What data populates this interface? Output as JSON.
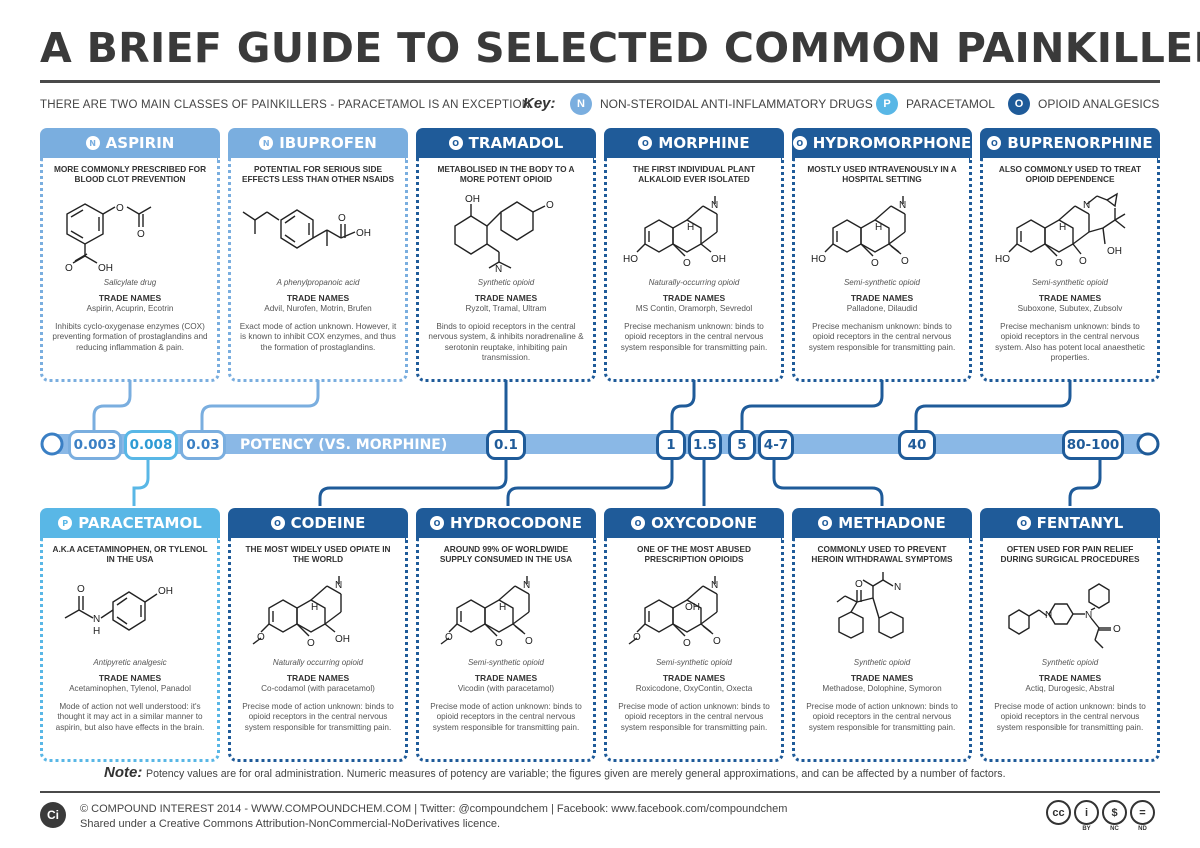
{
  "title": "A BRIEF GUIDE TO SELECTED COMMON PAINKILLERS",
  "subtitle": "THERE ARE TWO MAIN CLASSES OF PAINKILLERS - PARACETAMOL IS AN EXCEPTION.",
  "key": {
    "label": "Key:",
    "items": [
      {
        "letter": "N",
        "label": "NON-STEROIDAL ANTI-INFLAMMATORY DRUGS",
        "color": "#7aaedf"
      },
      {
        "letter": "P",
        "label": "PARACETAMOL",
        "color": "#59b7e6"
      },
      {
        "letter": "O",
        "label": "OPIOID ANALGESICS",
        "color": "#1f5b99"
      }
    ]
  },
  "cards_top": [
    {
      "class": "N",
      "name": "ASPIRIN",
      "desc": "MORE COMMONLY PRESCRIBED FOR BLOOD CLOT PREVENTION",
      "mol_class": "Salicylate drug",
      "trade_label": "TRADE NAMES",
      "trade": "Aspirin, Acuprin, Ecotrin",
      "notes": "Inhibits cyclo-oxygenase enzymes (COX) preventing formation of prostaglandins and reducing inflammation & pain.",
      "mol_labels": [
        "O",
        "O",
        "OH",
        "O"
      ]
    },
    {
      "class": "N",
      "name": "IBUPROFEN",
      "desc": "POTENTIAL FOR SERIOUS SIDE EFFECTS LESS THAN OTHER NSAIDS",
      "mol_class": "A phenylpropanoic acid",
      "trade_label": "TRADE NAMES",
      "trade": "Advil, Nurofen, Motrin, Brufen",
      "notes": "Exact mode of action unknown. However, it is known to inhibit COX enzymes, and thus the formation of prostaglandins.",
      "mol_labels": [
        "O",
        "OH"
      ]
    },
    {
      "class": "O",
      "name": "TRAMADOL",
      "desc": "METABOLISED IN THE BODY TO A MORE POTENT OPIOID",
      "mol_class": "Synthetic opioid",
      "trade_label": "TRADE NAMES",
      "trade": "Ryzolt, Tramal, Ultram",
      "notes": "Binds to opioid receptors in the central nervous system, & inhibits noradrenaline & serotonin reuptake, inhibiting pain transmission.",
      "mol_labels": [
        "OH",
        "O",
        "N"
      ]
    },
    {
      "class": "O",
      "name": "MORPHINE",
      "desc": "THE FIRST INDIVIDUAL PLANT ALKALOID EVER ISOLATED",
      "mol_class": "Naturally-occurring opioid",
      "trade_label": "TRADE NAMES",
      "trade": "MS Contin, Oramorph, Sevredol",
      "notes": "Precise mechanism unknown: binds to opioid receptors in the central nervous system responsible for transmitting pain.",
      "mol_labels": [
        "N",
        "H",
        "HO",
        "O",
        "OH"
      ]
    },
    {
      "class": "O",
      "name": "HYDROMORPHONE",
      "desc": "MOSTLY USED INTRAVENOUSLY IN A HOSPITAL SETTING",
      "mol_class": "Semi-synthetic opioid",
      "trade_label": "TRADE NAMES",
      "trade": "Palladone, Dilaudid",
      "notes": "Precise mechanism unknown: binds to opioid receptors in the central nervous system responsible for transmitting pain.",
      "mol_labels": [
        "N",
        "H",
        "HO",
        "O",
        "O"
      ]
    },
    {
      "class": "O",
      "name": "BUPRENORPHINE",
      "desc": "ALSO COMMONLY USED TO TREAT OPIOID DEPENDENCE",
      "mol_class": "Semi-synthetic opioid",
      "trade_label": "TRADE NAMES",
      "trade": "Suboxone, Subutex, Zubsolv",
      "notes": "Precise mechanism unknown: binds to opioid receptors in the central nervous system. Also has potent local anaesthetic properties.",
      "mol_labels": [
        "N",
        "H",
        "HO",
        "O",
        "O",
        "OH"
      ]
    }
  ],
  "cards_bottom": [
    {
      "class": "P",
      "name": "PARACETAMOL",
      "desc": "A.K.A ACETAMINOPHEN, OR TYLENOL IN THE USA",
      "mol_class": "Antipyretic analgesic",
      "trade_label": "TRADE NAMES",
      "trade": "Acetaminophen, Tylenol, Panadol",
      "notes": "Mode of action not well understood: it's thought it may act in a similar manner to aspirin, but also have effects in the brain.",
      "mol_labels": [
        "O",
        "H",
        "N",
        "OH"
      ]
    },
    {
      "class": "O",
      "name": "CODEINE",
      "desc": "THE MOST WIDELY USED OPIATE IN THE WORLD",
      "mol_class": "Naturally occurring opioid",
      "trade_label": "TRADE NAMES",
      "trade": "Co-codamol (with paracetamol)",
      "notes": "Precise mode of action unknown: binds to opioid receptors in the central nervous system responsible for transmitting pain.",
      "mol_labels": [
        "N",
        "H",
        "O",
        "O",
        "OH"
      ]
    },
    {
      "class": "O",
      "name": "HYDROCODONE",
      "desc": "AROUND 99% OF WORLDWIDE SUPPLY CONSUMED IN THE USA",
      "mol_class": "Semi-synthetic opioid",
      "trade_label": "TRADE NAMES",
      "trade": "Vicodin (with paracetamol)",
      "notes": "Precise mode of action unknown: binds to opioid receptors in the central nervous system responsible for transmitting pain.",
      "mol_labels": [
        "N",
        "H",
        "O",
        "O",
        "O"
      ]
    },
    {
      "class": "O",
      "name": "OXYCODONE",
      "desc": "ONE OF THE MOST ABUSED PRESCRIPTION OPIOIDS",
      "mol_class": "Semi-synthetic opioid",
      "trade_label": "TRADE NAMES",
      "trade": "Roxicodone, OxyContin, Oxecta",
      "notes": "Precise mode of action unknown: binds to opioid receptors in the central nervous system responsible for transmitting pain.",
      "mol_labels": [
        "N",
        "OH",
        "O",
        "O",
        "O"
      ]
    },
    {
      "class": "O",
      "name": "METHADONE",
      "desc": "COMMONLY USED TO PREVENT HEROIN WITHDRAWAL SYMPTOMS",
      "mol_class": "Synthetic opioid",
      "trade_label": "TRADE NAMES",
      "trade": "Methadose, Dolophine, Symoron",
      "notes": "Precise mode of action unknown: binds to opioid receptors in the central nervous system responsible for transmitting pain.",
      "mol_labels": [
        "N",
        "O"
      ]
    },
    {
      "class": "O",
      "name": "FENTANYL",
      "desc": "OFTEN USED FOR PAIN RELIEF DURING SURGICAL PROCEDURES",
      "mol_class": "Synthetic opioid",
      "trade_label": "TRADE NAMES",
      "trade": "Actiq, Durogesic, Abstral",
      "notes": "Precise mode of action unknown: binds to opioid receptors in the central nervous system responsible for transmitting pain.",
      "mol_labels": [
        "N",
        "N",
        "O"
      ]
    }
  ],
  "potency": {
    "label": "POTENCY (VS. MORPHINE)",
    "values": [
      {
        "value": "0.003",
        "drug": "ASPIRIN",
        "style": "light"
      },
      {
        "value": "0.008",
        "drug": "PARACETAMOL",
        "style": "para"
      },
      {
        "value": "0.03",
        "drug": "IBUPROFEN",
        "style": "light"
      },
      {
        "value": "0.1",
        "drug": "TRAMADOL / CODEINE",
        "style": "dark"
      },
      {
        "value": "1",
        "drug": "MORPHINE / HYDROCODONE",
        "style": "dark"
      },
      {
        "value": "1.5",
        "drug": "OXYCODONE",
        "style": "dark"
      },
      {
        "value": "5",
        "drug": "HYDROMORPHONE",
        "style": "dark"
      },
      {
        "value": "4-7",
        "drug": "METHADONE",
        "style": "dark"
      },
      {
        "value": "40",
        "drug": "BUPRENORPHINE",
        "style": "dark"
      },
      {
        "value": "80-100",
        "drug": "FENTANYL",
        "style": "dark"
      }
    ]
  },
  "note": {
    "label": "Note:",
    "text": "Potency values are for oral administration. Numeric measures of potency are variable; the figures given are merely general approximations, and can be affected by a number of factors."
  },
  "footer": {
    "logo": "Ci",
    "line1": "© COMPOUND INTEREST 2014 - WWW.COMPOUNDCHEM.COM | Twitter: @compoundchem | Facebook: www.facebook.com/compoundchem",
    "line2": "Shared under a Creative Commons Attribution-NonCommercial-NoDerivatives licence.",
    "cc": [
      {
        "sym": "cc",
        "lab": ""
      },
      {
        "sym": "i",
        "lab": "BY"
      },
      {
        "sym": "$",
        "lab": "NC"
      },
      {
        "sym": "=",
        "lab": "ND"
      }
    ]
  },
  "colors": {
    "nsaid": "#7aaedf",
    "paracetamol": "#59b7e6",
    "opioid": "#1f5b99",
    "bar": "#8ab8e6"
  }
}
